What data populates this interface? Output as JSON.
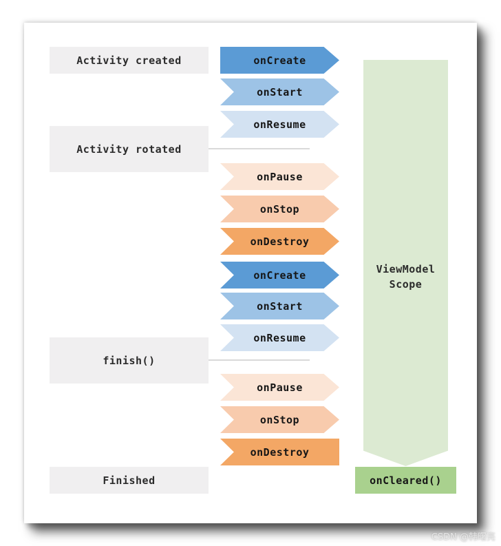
{
  "page": {
    "watermark": "CSDN @韩曙亮"
  },
  "diagram": {
    "states": [
      {
        "id": "activity-created",
        "label": "Activity created"
      },
      {
        "id": "activity-rotated",
        "label": "Activity rotated"
      },
      {
        "id": "finish",
        "label": "finish()"
      },
      {
        "id": "finished",
        "label": "Finished"
      }
    ],
    "lifecycle_arrows": [
      {
        "label": "onCreate",
        "color": "#5b9bd5",
        "shape": "flat-left"
      },
      {
        "label": "onStart",
        "color": "#9dc3e6",
        "shape": "chevron"
      },
      {
        "label": "onResume",
        "color": "#d3e2f2",
        "shape": "chevron"
      },
      {
        "label": "onPause",
        "color": "#fbe5d6",
        "shape": "chevron"
      },
      {
        "label": "onStop",
        "color": "#f8cbad",
        "shape": "chevron"
      },
      {
        "label": "onDestroy",
        "color": "#f3a765",
        "shape": "chevron"
      },
      {
        "label": "onCreate",
        "color": "#5b9bd5",
        "shape": "chevron"
      },
      {
        "label": "onStart",
        "color": "#9dc3e6",
        "shape": "chevron"
      },
      {
        "label": "onResume",
        "color": "#d3e2f2",
        "shape": "chevron"
      },
      {
        "label": "onPause",
        "color": "#fbe5d6",
        "shape": "chevron"
      },
      {
        "label": "onStop",
        "color": "#f8cbad",
        "shape": "chevron"
      },
      {
        "label": "onDestroy",
        "color": "#f3a765",
        "shape": "flat-right"
      }
    ],
    "scope": {
      "label": "ViewModel\nScope",
      "color": "#dcead2"
    },
    "cleared": {
      "label": "onCleared()",
      "color": "#a9d18e"
    }
  }
}
